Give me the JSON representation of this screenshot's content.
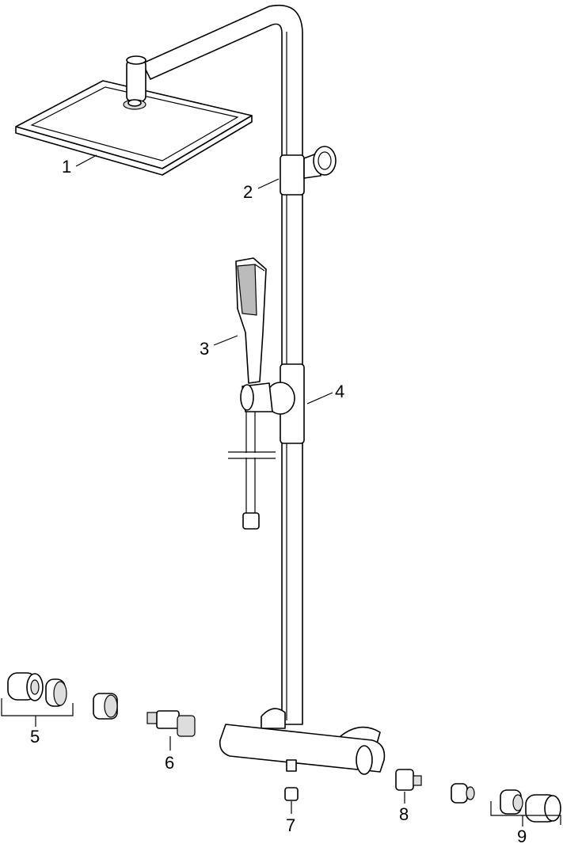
{
  "diagram": {
    "type": "exploded-parts-drawing",
    "parts": [
      {
        "number": "1"
      },
      {
        "number": "2"
      },
      {
        "number": "3"
      },
      {
        "number": "4"
      },
      {
        "number": "5"
      },
      {
        "number": "6"
      },
      {
        "number": "7"
      },
      {
        "number": "8"
      },
      {
        "number": "9"
      }
    ]
  }
}
